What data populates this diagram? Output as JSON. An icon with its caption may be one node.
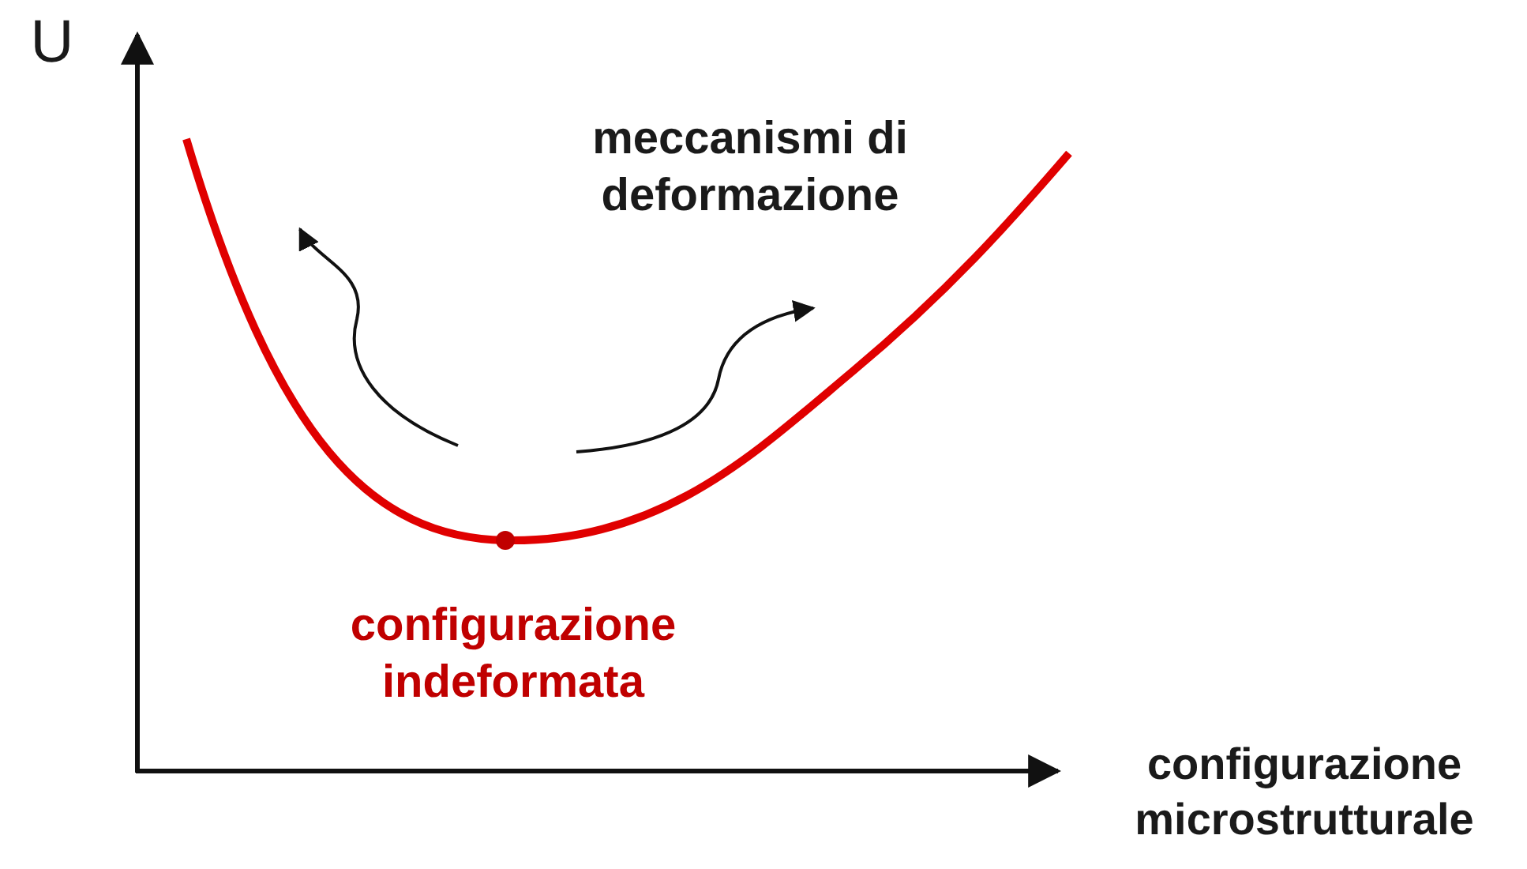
{
  "diagram": {
    "labels": [
      "U",
      "meccanismi di deformazione",
      "configurazione indeformata",
      "configurazione microstrutturale"
    ]
  }
}
